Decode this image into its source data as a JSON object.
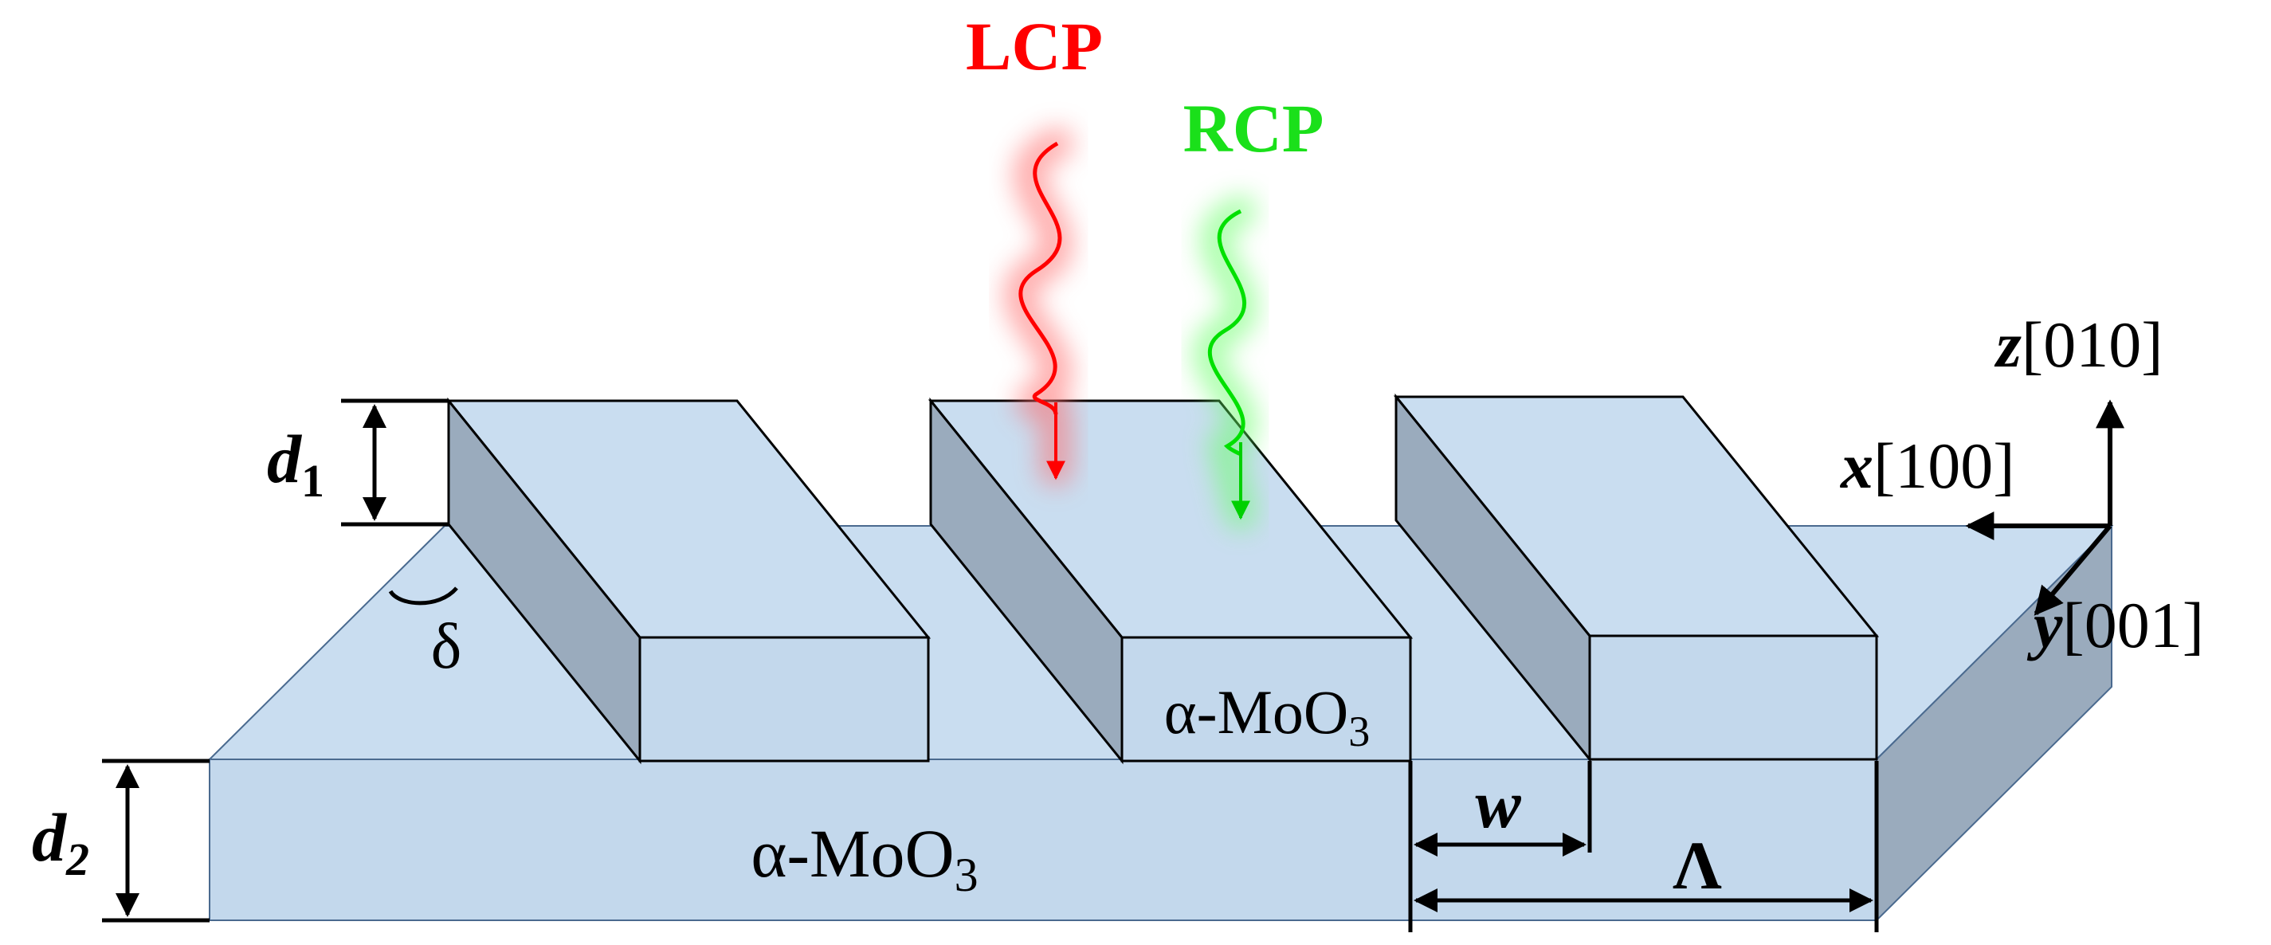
{
  "beams": {
    "lcp": {
      "label": "LCP",
      "color": "#ff0000"
    },
    "rcp": {
      "label": "RCP",
      "color": "#00e600"
    }
  },
  "layers": {
    "substrate_material": {
      "prefix": "α-MoO",
      "sub": "3"
    },
    "grating_material": {
      "prefix": "α-MoO",
      "sub": "3"
    }
  },
  "dimensions": {
    "d1": {
      "main": "d",
      "sub": "1"
    },
    "d2": {
      "main": "d",
      "sub": "2"
    },
    "angle": "δ",
    "width": "w",
    "period": "Λ"
  },
  "axes": {
    "z": {
      "axis": "z",
      "direction": "[010]"
    },
    "x": {
      "axis": "x",
      "direction": "[100]"
    },
    "y": {
      "axis": "y",
      "direction": "[001]"
    }
  },
  "colors": {
    "face_light": "#c3d8ec",
    "face_top": "#c9ddf0",
    "face_dark": "#9aabbd",
    "edge": "#000000"
  }
}
